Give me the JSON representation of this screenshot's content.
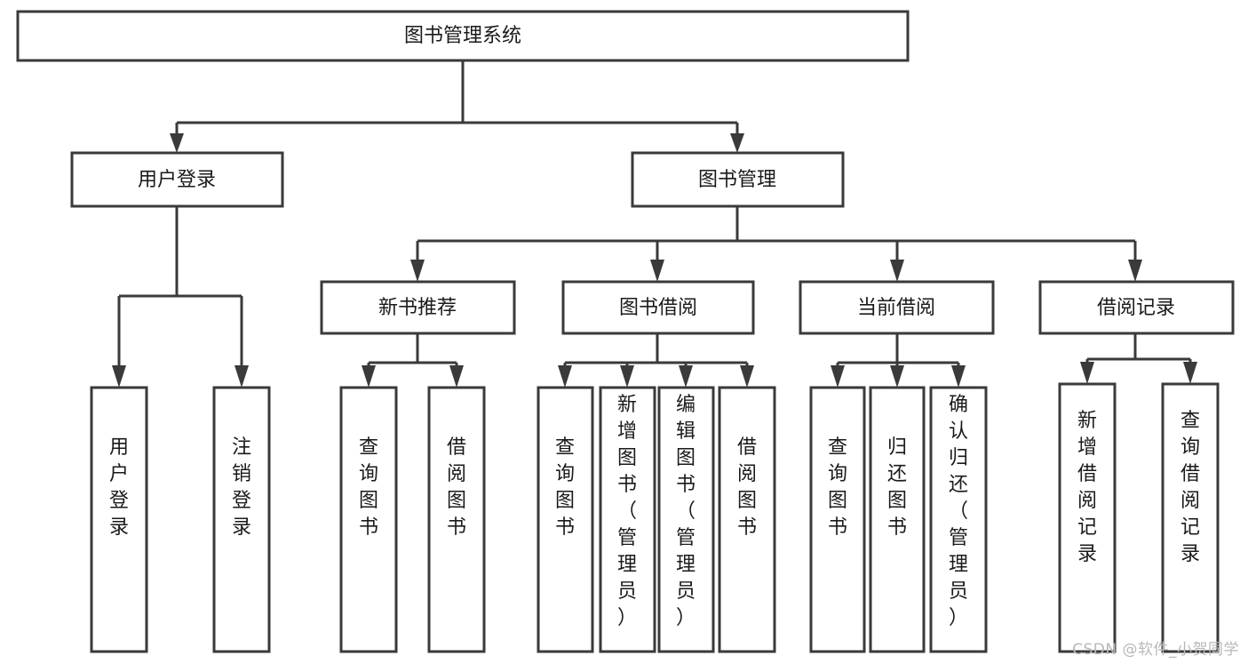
{
  "diagram": {
    "type": "tree-hierarchy",
    "title": "图书管理系统",
    "root": {
      "id": "root",
      "label": "图书管理系统",
      "orientation": "horizontal"
    },
    "level1": [
      {
        "id": "user-login",
        "label": "用户登录",
        "orientation": "horizontal"
      },
      {
        "id": "book-manage",
        "label": "图书管理",
        "orientation": "horizontal"
      }
    ],
    "level2": [
      {
        "id": "new-book-rec",
        "label": "新书推荐",
        "parent": "book-manage",
        "orientation": "horizontal"
      },
      {
        "id": "book-borrow",
        "label": "图书借阅",
        "parent": "book-manage",
        "orientation": "horizontal"
      },
      {
        "id": "current-borrow",
        "label": "当前借阅",
        "parent": "book-manage",
        "orientation": "horizontal"
      },
      {
        "id": "borrow-record",
        "label": "借阅记录",
        "parent": "book-manage",
        "orientation": "horizontal"
      }
    ],
    "leaves": [
      {
        "id": "leaf-user-login",
        "label": "用户登录",
        "parent": "user-login",
        "orientation": "vertical"
      },
      {
        "id": "leaf-logout",
        "label": "注销登录",
        "parent": "user-login",
        "orientation": "vertical"
      },
      {
        "id": "leaf-query-book-1",
        "label": "查询图书",
        "parent": "new-book-rec",
        "orientation": "vertical"
      },
      {
        "id": "leaf-borrow-book-1",
        "label": "借阅图书",
        "parent": "new-book-rec",
        "orientation": "vertical"
      },
      {
        "id": "leaf-query-book-2",
        "label": "查询图书",
        "parent": "book-borrow",
        "orientation": "vertical"
      },
      {
        "id": "leaf-add-book",
        "label": "新增图书（管理员）",
        "parent": "book-borrow",
        "orientation": "vertical"
      },
      {
        "id": "leaf-edit-book",
        "label": "编辑图书（管理员）",
        "parent": "book-borrow",
        "orientation": "vertical"
      },
      {
        "id": "leaf-borrow-book-2",
        "label": "借阅图书",
        "parent": "book-borrow",
        "orientation": "vertical"
      },
      {
        "id": "leaf-query-book-3",
        "label": "查询图书",
        "parent": "current-borrow",
        "orientation": "vertical"
      },
      {
        "id": "leaf-return-book",
        "label": "归还图书",
        "parent": "current-borrow",
        "orientation": "vertical"
      },
      {
        "id": "leaf-confirm-return",
        "label": "确认归还（管理员）",
        "parent": "current-borrow",
        "orientation": "vertical"
      },
      {
        "id": "leaf-add-record",
        "label": "新增借阅记录",
        "parent": "borrow-record",
        "orientation": "vertical"
      },
      {
        "id": "leaf-query-record",
        "label": "查询借阅记录",
        "parent": "borrow-record",
        "orientation": "vertical"
      }
    ],
    "colors": {
      "stroke": "#3a3a3a",
      "fill": "#ffffff",
      "text": "#1a1a1a",
      "watermark": "#b8b8b8"
    }
  },
  "watermark": {
    "text": "CSDN @软件_小贺同学"
  }
}
